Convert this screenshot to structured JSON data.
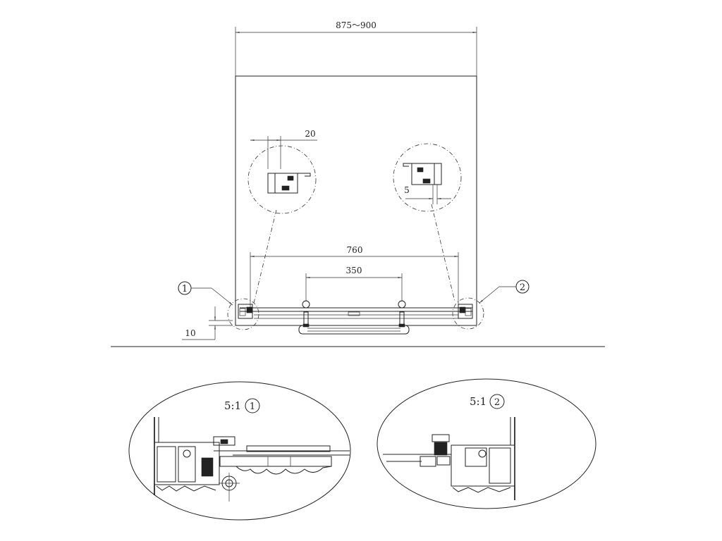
{
  "dimensions": {
    "overall_width": "875～900",
    "door_width": "760",
    "handle_spacing": "350",
    "offset_top_left": "20",
    "offset_top_right": "5",
    "bottom_clearance": "10"
  },
  "markers": {
    "marker_1": "1",
    "marker_2": "2"
  },
  "details": {
    "detail_1_scale": "5:1",
    "detail_2_scale": "5:1"
  }
}
